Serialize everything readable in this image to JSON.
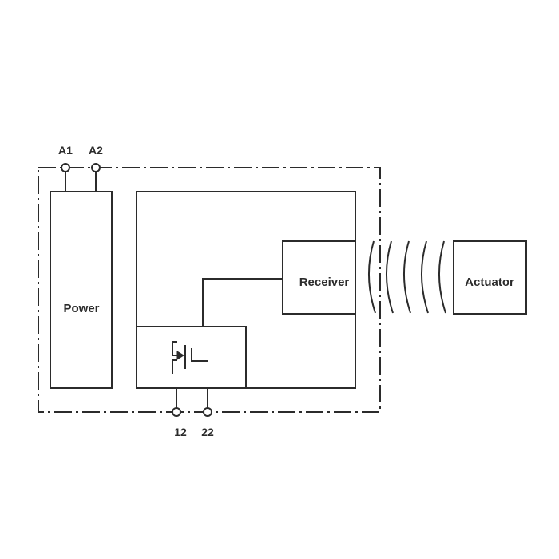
{
  "diagram": {
    "type": "block-diagram",
    "colors": {
      "line": "#2b2b2b",
      "background": "#ffffff"
    },
    "terminals": {
      "top": [
        {
          "label": "A1"
        },
        {
          "label": "A2"
        }
      ],
      "bottom": [
        {
          "label": "12"
        },
        {
          "label": "22"
        }
      ]
    },
    "blocks": {
      "power": {
        "label": "Power"
      },
      "receiver": {
        "label": "Receiver"
      },
      "actuator": {
        "label": "Actuator"
      },
      "switch": {
        "symbol": "mosfet-icon"
      }
    },
    "wireless_link": {
      "arcs": 5
    }
  }
}
